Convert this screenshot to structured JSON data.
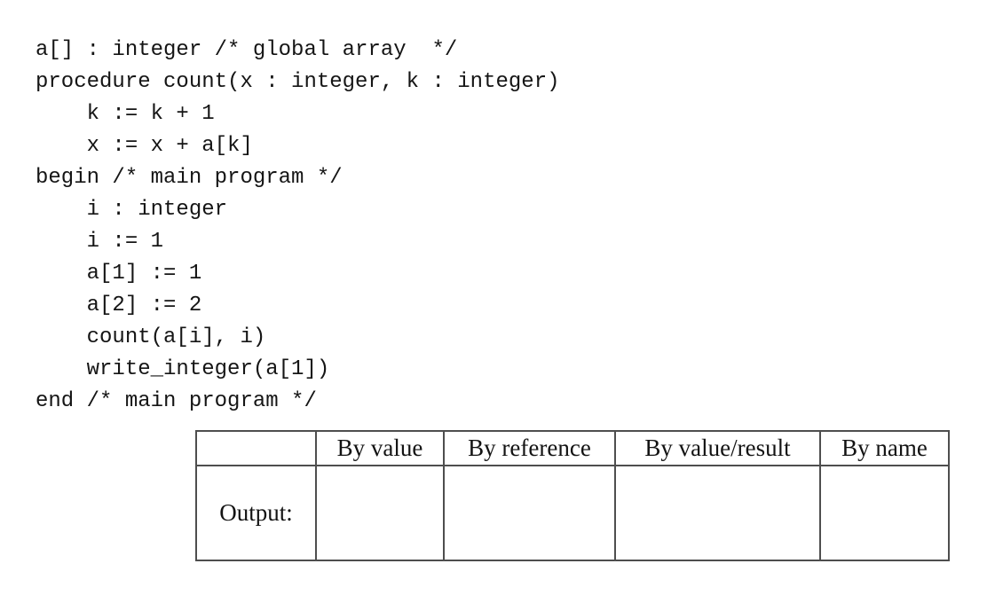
{
  "code_listing": {
    "lines": [
      "a[] : integer /* global array  */",
      "procedure count(x : integer, k : integer)",
      "    k := k + 1",
      "    x := x + a[k]",
      "begin /* main program */",
      "    i : integer",
      "    i := 1",
      "    a[1] := 1",
      "    a[2] := 2",
      "    count(a[i], i)",
      "    write_integer(a[1])",
      "end /* main program */"
    ]
  },
  "answer_table": {
    "headers": [
      "",
      "By value",
      "By reference",
      "By value/result",
      "By name"
    ],
    "rows": [
      {
        "label": "Output:",
        "cells": [
          "",
          "",
          "",
          ""
        ]
      }
    ]
  },
  "colors": {
    "background": "#ffffff",
    "text": "#151515",
    "table_border": "#4e4e4e"
  }
}
